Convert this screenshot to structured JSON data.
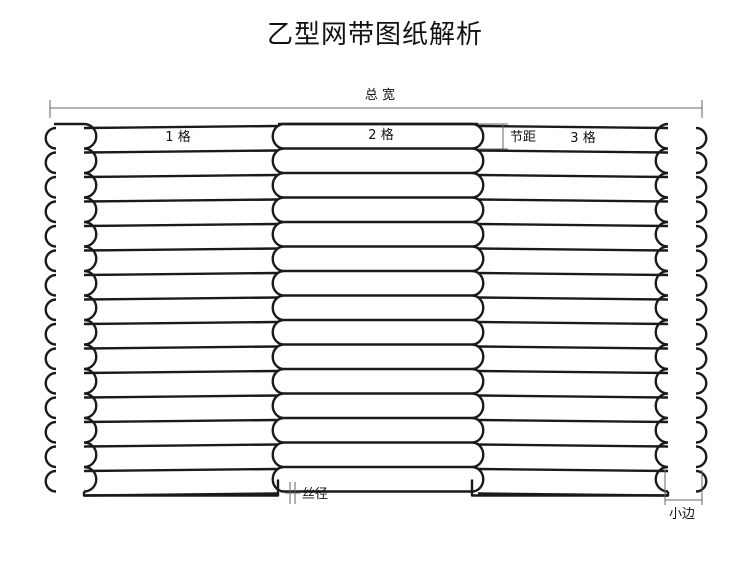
{
  "title": "乙型网带图纸解析",
  "labels": {
    "total_width": "总 宽",
    "cell_1": "1 格",
    "cell_2": "2 格",
    "cell_3": "3 格",
    "pitch": "节距",
    "wire_diameter": "丝径",
    "small_edge": "小边"
  },
  "colors": {
    "wire": "#1a1a1a",
    "dimension": "#666666",
    "text": "#111111"
  }
}
